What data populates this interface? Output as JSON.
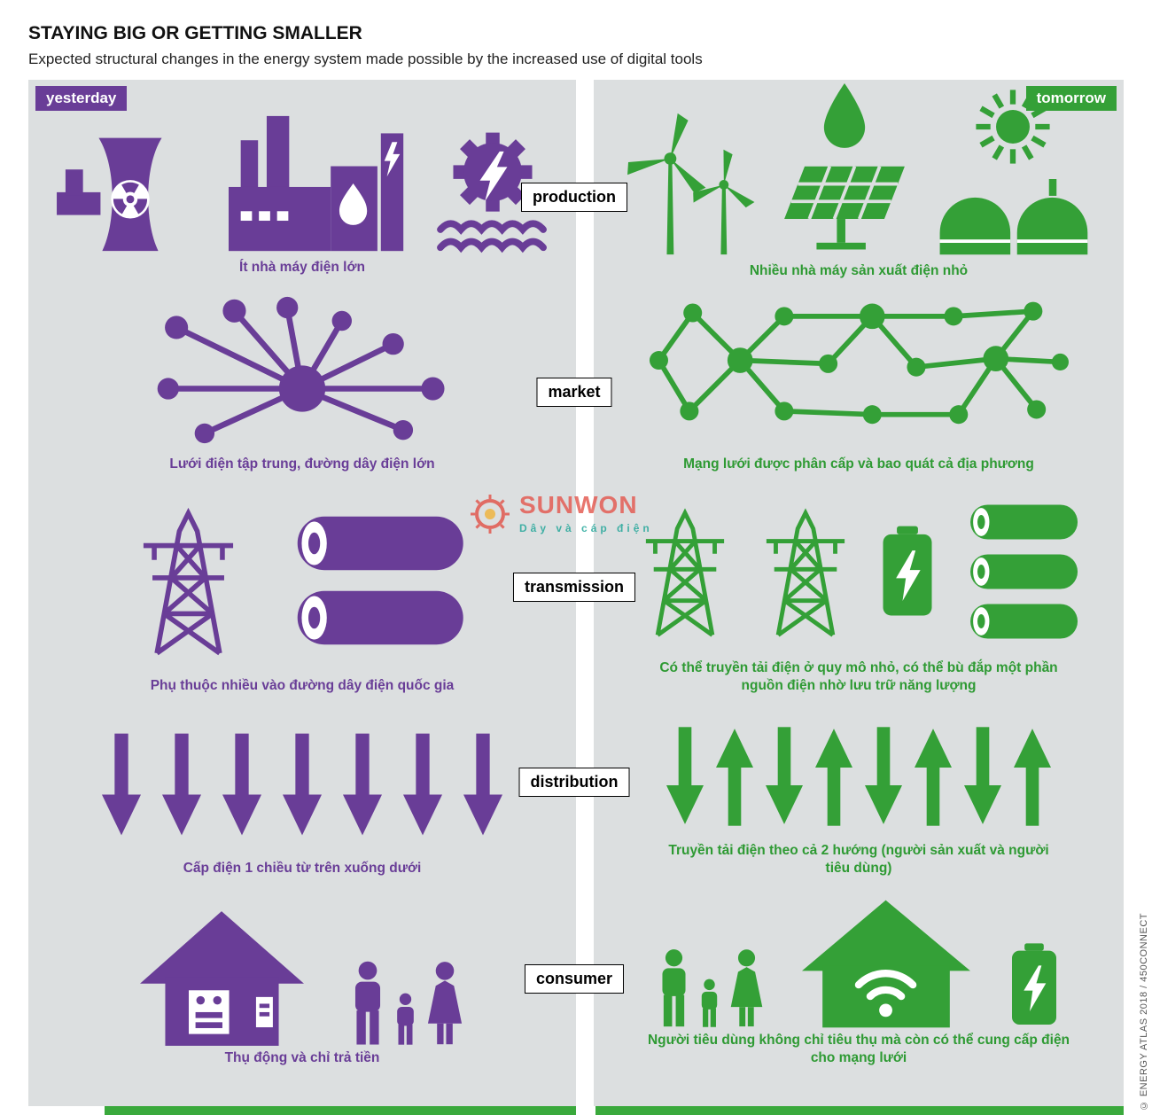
{
  "header": {
    "title": "STAYING BIG OR GETTING SMALLER",
    "subtitle": "Expected structural changes in the energy system made possible by the increased use of digital tools"
  },
  "badges": {
    "yesterday": "yesterday",
    "tomorrow": "tomorrow"
  },
  "center_labels": [
    "production",
    "market",
    "transmission",
    "distribution",
    "consumer"
  ],
  "colors": {
    "yesterday_purple": "#693d97",
    "tomorrow_green": "#34a037",
    "panel_background": "#dcdfe0"
  },
  "yesterday": {
    "production_caption": "Ít nhà máy điện lớn",
    "market_caption": "Lưới điện tập trung, đường dây điện lớn",
    "transmission_caption": "Phụ thuộc nhiều vào đường dây điện quốc gia",
    "distribution_caption": "Cấp điện 1 chiều từ trên xuống dưới",
    "consumer_caption": "Thụ động và chỉ trả tiền",
    "icons": {
      "production": [
        "nuclear-plant-icon",
        "coal-power-plant-icon",
        "hydro-turbine-icon"
      ],
      "market": [
        "centralized-hub-network-icon"
      ],
      "transmission": [
        "transmission-tower-icon",
        "large-cable-icon",
        "large-cable-icon"
      ],
      "distribution": [
        "down-arrow-icon"
      ],
      "distribution_arrow_count": 7,
      "consumer": [
        "house-with-meter-icon",
        "family-icon"
      ]
    }
  },
  "tomorrow": {
    "production_caption": "Nhiều nhà máy sản xuất điện nhỏ",
    "market_caption": "Mạng lưới được phân cấp và bao quát cả địa phương",
    "transmission_caption": "Có thể truyền tải điện ở quy mô nhỏ, có thể bù đắp một phần nguồn điện nhờ lưu trữ năng lượng",
    "distribution_caption": "Truyền tải điện theo cả 2 hướng (người sản xuất và người tiêu dùng)",
    "consumer_caption": "Người tiêu dùng không chỉ tiêu thụ mà còn có thể cung cấp điện cho mạng lưới",
    "icons": {
      "production": [
        "wind-turbines-icon",
        "water-drop-icon",
        "sun-icon",
        "solar-panel-icon",
        "biogas-plant-icon"
      ],
      "market": [
        "decentralized-mesh-network-icon"
      ],
      "transmission": [
        "transmission-tower-icon",
        "transmission-tower-icon",
        "battery-icon",
        "small-cable-icon"
      ],
      "distribution": [
        "down-arrow-icon",
        "up-arrow-icon"
      ],
      "distribution_arrow_count": 8,
      "consumer": [
        "family-icon",
        "smart-house-wifi-icon",
        "battery-icon"
      ]
    }
  },
  "watermark": {
    "brand": "SUNWON",
    "tagline": "Dây và cáp điện"
  },
  "credit": "© ENERGY ATLAS 2018 / 450CONNECT"
}
